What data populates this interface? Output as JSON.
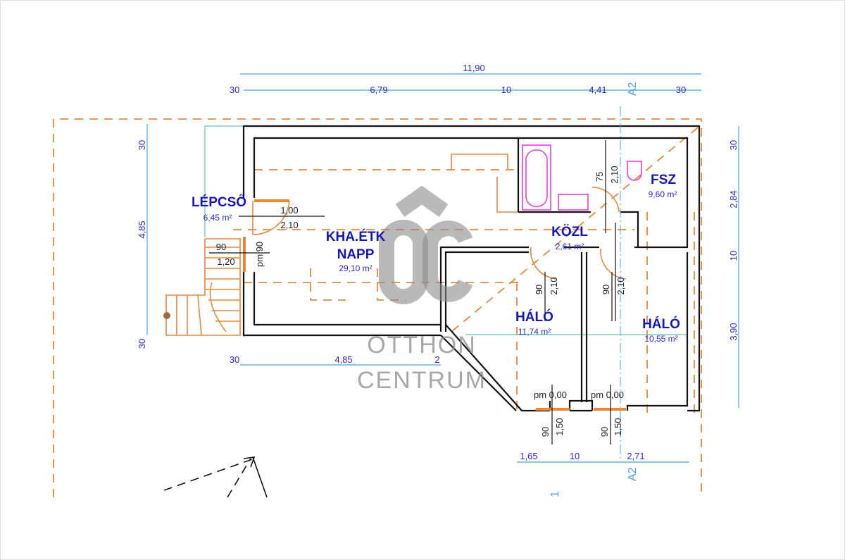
{
  "plan": {
    "rooms": [
      {
        "name": "LÉPCSŐ",
        "area": "6,45 m²"
      },
      {
        "name": "KHA.ÉTK",
        "name2": "NAPP",
        "area": "29,10 m²"
      },
      {
        "name": "FSZ",
        "area": "9,60 m²"
      },
      {
        "name": "KÖZL",
        "area": "2,61 m²"
      },
      {
        "name": "HÁLÓ",
        "area": "11,74 m²"
      },
      {
        "name": "HÁLÓ",
        "area": "10,55 m²"
      }
    ],
    "dims_top": {
      "total": "11,90",
      "parts": [
        "30",
        "6,79",
        "10",
        "4,41",
        "30"
      ]
    },
    "dims_left": [
      "30",
      "4,85",
      "30"
    ],
    "dims_right": [
      "30",
      "2,84",
      "10",
      "3,90"
    ],
    "dims_bottom_left": [
      "30",
      "4,85",
      "2"
    ],
    "dims_bottom_right": [
      "1,65",
      "10",
      "2,71"
    ],
    "door_labels": {
      "lepcso_w": "1,00",
      "lepcso_h": "2,10",
      "stair_w": "90",
      "stair_h": "1,20",
      "stair_pm": "pm 90",
      "fsz_w": "75",
      "fsz_h": "2,10",
      "halo1_w": "90",
      "halo1_h": "2,10",
      "halo2_w": "90",
      "halo2_h": "2,10",
      "win1_pm": "pm 0,00",
      "win1_w": "90",
      "win1_h": "1,50",
      "win2_pm": "pm 0,00",
      "win2_w": "90",
      "win2_h": "1,50"
    },
    "axis_labels": [
      "A2",
      "A2",
      "1"
    ],
    "watermark": {
      "logo": "ÔC",
      "line1": "OTTHON",
      "line2": "CENTRUM"
    }
  }
}
